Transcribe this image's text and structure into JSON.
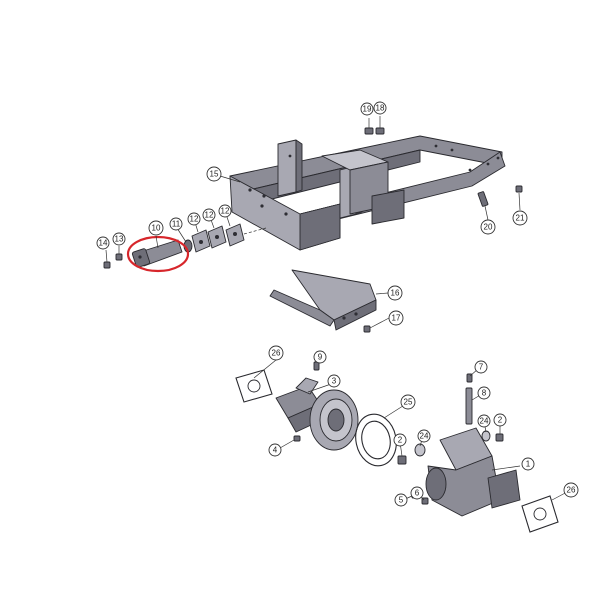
{
  "callouts": [
    {
      "id": "c1",
      "label": "1"
    },
    {
      "id": "c2a",
      "label": "2"
    },
    {
      "id": "c2b",
      "label": "2"
    },
    {
      "id": "c3",
      "label": "3"
    },
    {
      "id": "c4",
      "label": "4"
    },
    {
      "id": "c5",
      "label": "5"
    },
    {
      "id": "c6",
      "label": "6"
    },
    {
      "id": "c7",
      "label": "7"
    },
    {
      "id": "c8",
      "label": "8"
    },
    {
      "id": "c9",
      "label": "9"
    },
    {
      "id": "c10",
      "label": "10"
    },
    {
      "id": "c11",
      "label": "11"
    },
    {
      "id": "c12a",
      "label": "12"
    },
    {
      "id": "c12b",
      "label": "12"
    },
    {
      "id": "c12c",
      "label": "12"
    },
    {
      "id": "c13",
      "label": "13"
    },
    {
      "id": "c14",
      "label": "14"
    },
    {
      "id": "c15",
      "label": "15"
    },
    {
      "id": "c16",
      "label": "16"
    },
    {
      "id": "c17",
      "label": "17"
    },
    {
      "id": "c18",
      "label": "18"
    },
    {
      "id": "c19",
      "label": "19"
    },
    {
      "id": "c20",
      "label": "20"
    },
    {
      "id": "c21",
      "label": "21"
    },
    {
      "id": "c24a",
      "label": "24"
    },
    {
      "id": "c24b",
      "label": "24"
    },
    {
      "id": "c25",
      "label": "25"
    },
    {
      "id": "c26a",
      "label": "26"
    },
    {
      "id": "c26b",
      "label": "26"
    }
  ],
  "colors": {
    "part_fill": "#8c8c96",
    "line": "#2a2a2f",
    "highlight": "#d7262b"
  },
  "highlighted_part": "10"
}
